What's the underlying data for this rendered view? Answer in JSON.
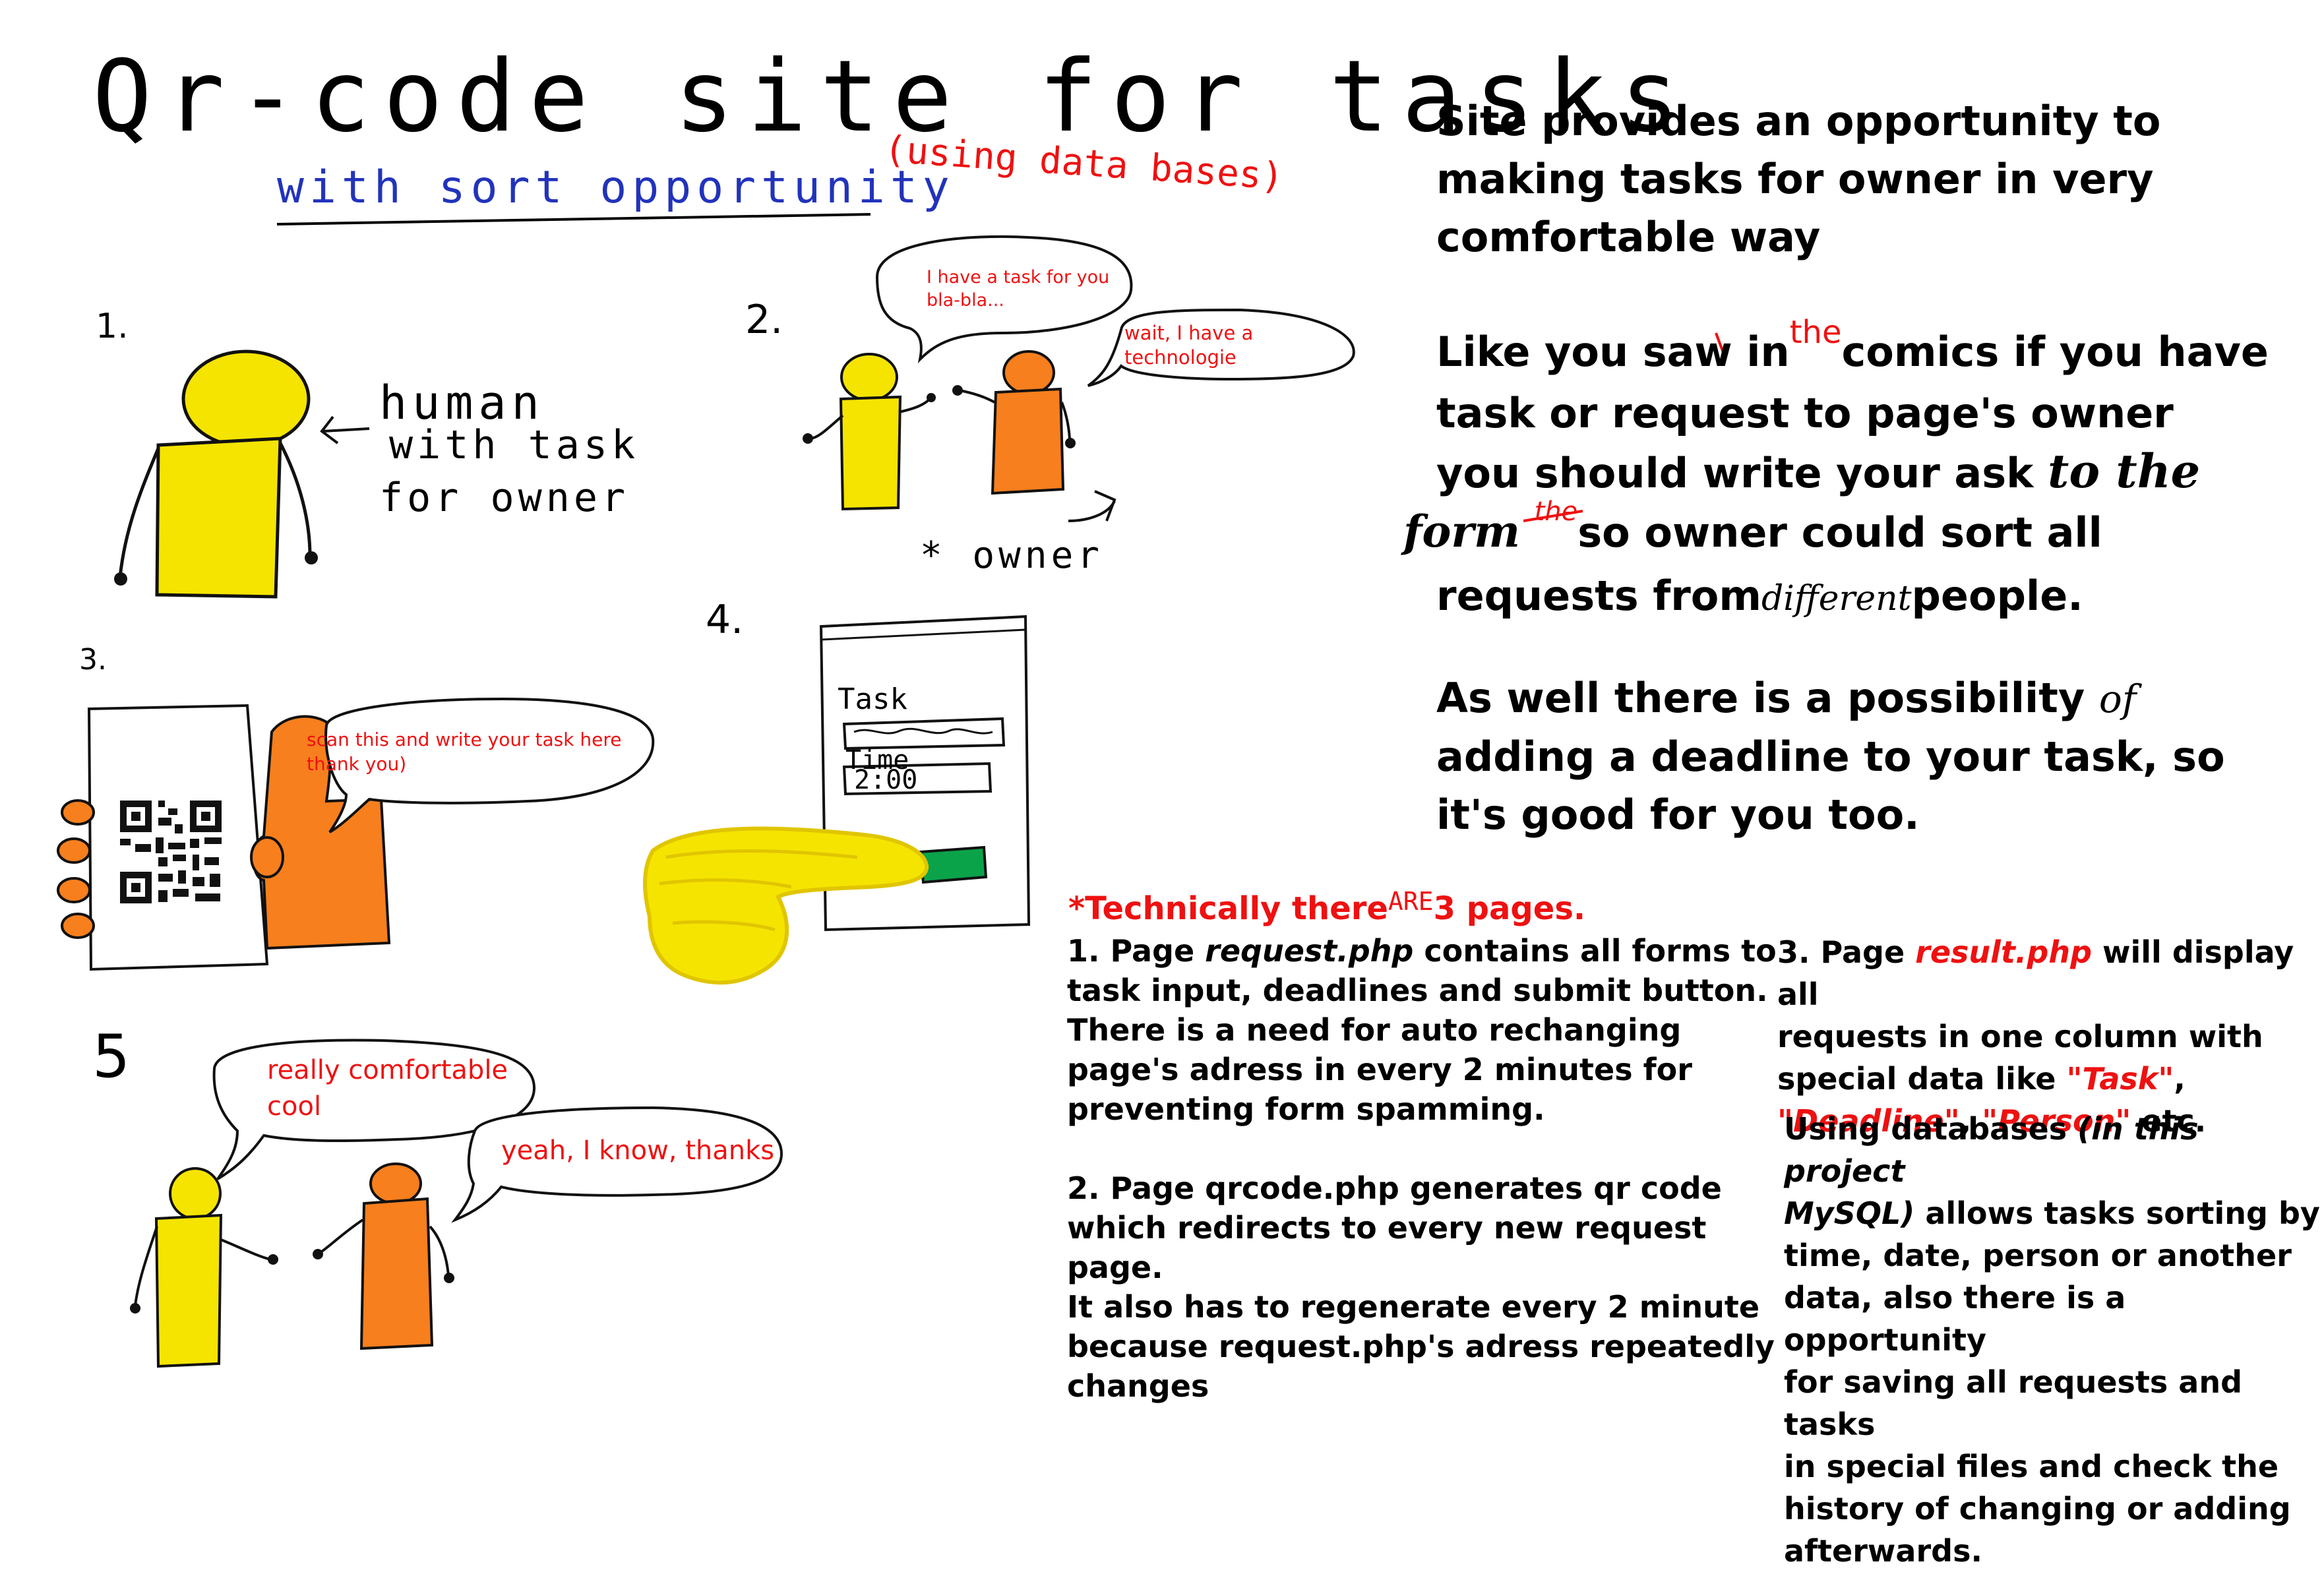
{
  "title": {
    "main": "Qr-code site for tasks",
    "subtitle": "with sort opportunity",
    "subtitle_note": "(using data bases)"
  },
  "panels": {
    "p1": {
      "number": "1.",
      "label_line1": "human",
      "label_line2": "with task",
      "label_line3": "for owner"
    },
    "p2": {
      "number": "2.",
      "bubble_a_line1": "I have a task for you",
      "bubble_a_line2": "bla-bla...",
      "bubble_b_line1": "wait, I have a",
      "bubble_b_line2": "technologie",
      "owner_label": "* owner"
    },
    "p3": {
      "number": "3.",
      "bubble_line1": "scan this and write your task here",
      "bubble_line2": "thank you)"
    },
    "p4": {
      "number": "4.",
      "form_task_label": "Task",
      "form_time_label": "Time",
      "form_time_value": "2:00"
    },
    "p5": {
      "number": "5",
      "bubble_a_line1": "really comfortable",
      "bubble_a_line2": "cool",
      "bubble_b": "yeah, I know, thanks"
    }
  },
  "description": {
    "para1_line1": "Site provides an opportunity to",
    "para1_line2": "making tasks for owner in very",
    "para1_line3": "comfortable way",
    "para2_line1_a": "Like you saw in",
    "para2_line1_insert": "the",
    "para2_line1_b": "comics if you have",
    "para2_line2": "task or request to page's owner",
    "para2_line3": "you should write your ask",
    "para2_line3_hand": "to the",
    "para2_line4_hand": "form",
    "para2_line4_insert": "the",
    "para2_line4": "so owner could sort all",
    "para2_line5_a": "requests from",
    "para2_line5_hand": "different",
    "para2_line5_b": "people.",
    "para3_line1": "As well there is a possibility",
    "para3_line1_hand": "of",
    "para3_line2": "adding a deadline to your task, so",
    "para3_line3": "it's good for you too."
  },
  "technical": {
    "heading_a": "*Technically there",
    "heading_hand": "ARE",
    "heading_b": "3 pages.",
    "page1_a": "1. Page ",
    "page1_file": "request.php",
    "page1_b": " contains all forms to",
    "page1_l2": "task input, deadlines and submit button.",
    "page1_l3": "There is a need for auto rechanging",
    "page1_l4": "page's adress in every 2 minutes for",
    "page1_l5": "preventing form spamming.",
    "page2_l1": "2. Page qrcode.php generates qr code",
    "page2_l2": "which redirects to every new request",
    "page2_l3": "page.",
    "page2_l4": "It also has to regenerate every 2 minute",
    "page2_l5": "because request.php's adress repeatedly",
    "page2_l6": "changes",
    "page3_a": "3. Page ",
    "page3_file": "result.php",
    "page3_b": " will display all",
    "page3_l2": "requests in one column with",
    "page3_l3_a": "special data like ",
    "page3_l3_task": "\"Task\"",
    "page3_l3_b": ",",
    "page3_l4_deadline": "\"Deadline\"",
    "page3_l4_comma": ", ",
    "page3_l4_person": "\"Person\"",
    "page3_l4_etc": " etc.",
    "db_l1_a": "Using databases ",
    "db_l1_it": "(in this project",
    "db_l2_it": "MySQL)",
    "db_l2_b": " allows tasks sorting by",
    "db_l3": "time, date, person or another",
    "db_l4": "data, also there is a opportunity",
    "db_l5": "for saving all requests and tasks",
    "db_l6": "in special files and check the",
    "db_l7": "history of changing or adding",
    "db_l8": "afterwards."
  },
  "colors": {
    "yellow": "#f5e400",
    "orange": "#f77f1d",
    "red": "#ee1111",
    "blue": "#2233bb",
    "green": "#0aa34a"
  }
}
